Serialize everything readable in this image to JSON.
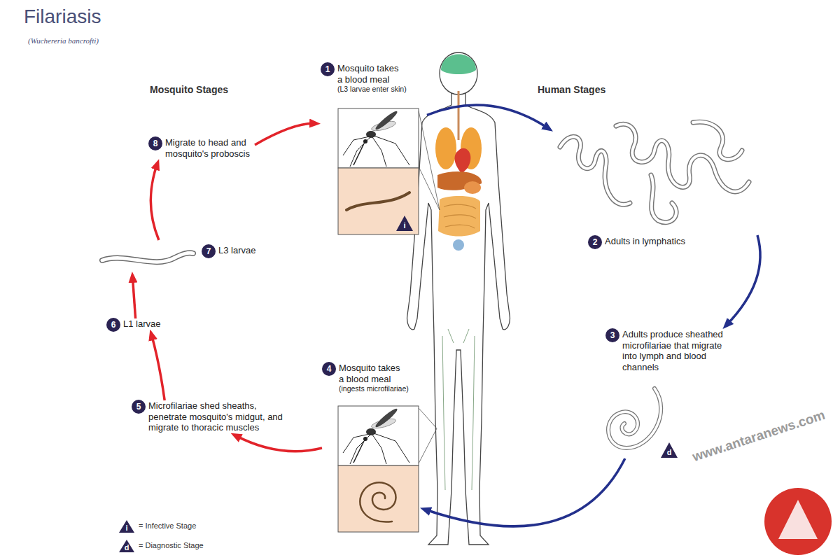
{
  "diagram": {
    "title": "Filariasis",
    "nodes": [
      {
        "text": [
          "1",
          "Mosquito takes a blood meal",
          "(L3 larvae enter skin)"
        ]
      },
      {
        "text": [
          "2",
          "Adults in lymphatics"
        ]
      },
      {
        "text": [
          "3",
          "Adults produce sheathed microfilariae that migrate into lymph and blood channels"
        ]
      },
      {
        "text": [
          "4",
          "Mosquito takes a blood meal",
          "(ingests microfilariae)"
        ]
      },
      {
        "text": [
          "5",
          "Microfilariae shed sheaths, penetrate mosquito's midgut, and migrate to thoracic muscles"
        ]
      },
      {
        "text": [
          "6",
          "L1 larvae"
        ]
      },
      {
        "text": [
          "7",
          "L3 larvae"
        ]
      },
      {
        "text": [
          "8",
          "Migrate to head and mosquito's proboscis"
        ]
      }
    ],
    "edges": [
      {
        "from": 0,
        "to": 1,
        "arrow": "to"
      },
      {
        "from": 1,
        "to": 2,
        "arrow": "to"
      },
      {
        "from": 2,
        "to": 3,
        "arrow": "to"
      },
      {
        "from": 3,
        "to": 4,
        "arrow": "to"
      },
      {
        "from": 4,
        "to": 5,
        "arrow": "to"
      },
      {
        "from": 5,
        "to": 6,
        "arrow": "to"
      },
      {
        "from": 6,
        "to": 7,
        "arrow": "to"
      },
      {
        "from": 7,
        "to": 0,
        "arrow": "to"
      }
    ],
    "labels": [
      "(Wuchereria bancrofti)",
      "Mosquito Stages",
      "Human Stages",
      "i",
      "d",
      "i",
      "d",
      "www.antaranews.com"
    ],
    "legend": [
      {
        "text": "= Infective Stage"
      },
      {
        "text": "= Diagnostic Stage"
      }
    ]
  }
}
